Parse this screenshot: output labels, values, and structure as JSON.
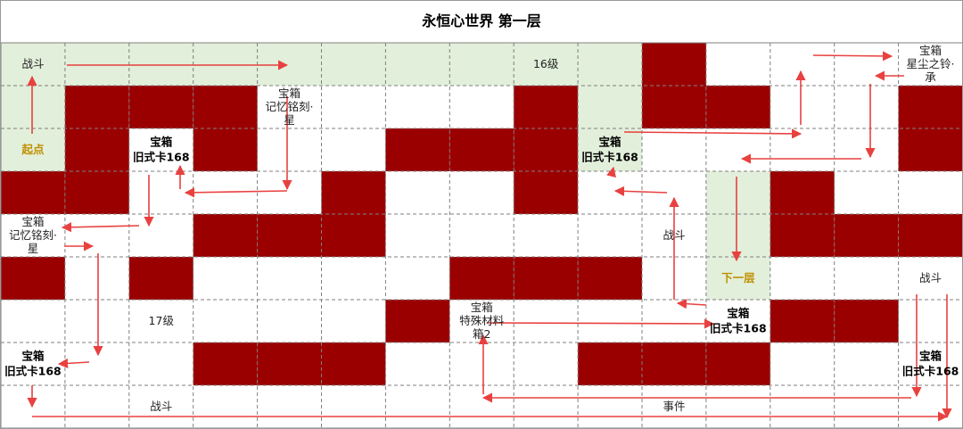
{
  "title": "永恒心世界   第一层",
  "colors": {
    "wall": "#9b0000",
    "path": "#e2efda",
    "grid_line": "#7f7f7f",
    "arrow": "#e8413f",
    "gold_label": "#bf8f00",
    "text": "#222222"
  },
  "grid": {
    "cols": 15,
    "rows": 9
  },
  "walls": [
    [
      10,
      0
    ],
    [
      1,
      1
    ],
    [
      2,
      1
    ],
    [
      3,
      1
    ],
    [
      8,
      1
    ],
    [
      10,
      1
    ],
    [
      11,
      1
    ],
    [
      14,
      1
    ],
    [
      1,
      2
    ],
    [
      3,
      2
    ],
    [
      6,
      2
    ],
    [
      7,
      2
    ],
    [
      8,
      2
    ],
    [
      14,
      2
    ],
    [
      0,
      3
    ],
    [
      1,
      3
    ],
    [
      5,
      3
    ],
    [
      8,
      3
    ],
    [
      12,
      3
    ],
    [
      3,
      4
    ],
    [
      4,
      4
    ],
    [
      5,
      4
    ],
    [
      12,
      4
    ],
    [
      13,
      4
    ],
    [
      14,
      4
    ],
    [
      0,
      5
    ],
    [
      2,
      5
    ],
    [
      7,
      5
    ],
    [
      8,
      5
    ],
    [
      9,
      5
    ],
    [
      6,
      6
    ],
    [
      12,
      6
    ],
    [
      13,
      6
    ],
    [
      3,
      7
    ],
    [
      4,
      7
    ],
    [
      5,
      7
    ],
    [
      9,
      7
    ],
    [
      10,
      7
    ],
    [
      11,
      7
    ]
  ],
  "highlights": [
    [
      0,
      0
    ],
    [
      1,
      0
    ],
    [
      2,
      0
    ],
    [
      3,
      0
    ],
    [
      4,
      0
    ],
    [
      5,
      0
    ],
    [
      6,
      0
    ],
    [
      7,
      0
    ],
    [
      8,
      0
    ],
    [
      9,
      0
    ],
    [
      0,
      1
    ],
    [
      0,
      2
    ],
    [
      9,
      1
    ],
    [
      9,
      2
    ],
    [
      11,
      3
    ],
    [
      11,
      4
    ],
    [
      11,
      5
    ]
  ],
  "labels": [
    {
      "col": 0,
      "row": 0,
      "lines": [
        "战斗"
      ],
      "style": "normal"
    },
    {
      "col": 8,
      "row": 0,
      "lines": [
        "16级"
      ],
      "style": "normal"
    },
    {
      "col": 14,
      "row": 0,
      "lines": [
        "宝箱",
        "星尘之铃·",
        "承"
      ],
      "style": "normal"
    },
    {
      "col": 4,
      "row": 1,
      "lines": [
        "宝箱",
        "记忆铭刻·",
        "星"
      ],
      "style": "normal"
    },
    {
      "col": 0,
      "row": 2,
      "lines": [
        "起点"
      ],
      "style": "gold"
    },
    {
      "col": 2,
      "row": 2,
      "lines": [
        "宝箱",
        "旧式卡168"
      ],
      "style": "bold"
    },
    {
      "col": 9,
      "row": 2,
      "lines": [
        "宝箱",
        "旧式卡168"
      ],
      "style": "bold"
    },
    {
      "col": 0,
      "row": 4,
      "lines": [
        "宝箱",
        "记忆铭刻·",
        "星"
      ],
      "style": "normal"
    },
    {
      "col": 10,
      "row": 4,
      "lines": [
        "战斗"
      ],
      "style": "normal"
    },
    {
      "col": 11,
      "row": 5,
      "lines": [
        "下一层"
      ],
      "style": "gold"
    },
    {
      "col": 14,
      "row": 5,
      "lines": [
        "战斗"
      ],
      "style": "normal"
    },
    {
      "col": 2,
      "row": 6,
      "lines": [
        "17级"
      ],
      "style": "normal"
    },
    {
      "col": 7,
      "row": 6,
      "lines": [
        "宝箱",
        "特殊材料",
        "箱2"
      ],
      "style": "normal"
    },
    {
      "col": 11,
      "row": 6,
      "lines": [
        "宝箱",
        "旧式卡168"
      ],
      "style": "bold"
    },
    {
      "col": 0,
      "row": 7,
      "lines": [
        "宝箱",
        "旧式卡168"
      ],
      "style": "bold"
    },
    {
      "col": 14,
      "row": 7,
      "lines": [
        "宝箱",
        "旧式卡168"
      ],
      "style": "bold"
    },
    {
      "col": 2,
      "row": 8,
      "lines": [
        "战斗"
      ],
      "style": "normal"
    },
    {
      "col": 10,
      "row": 8,
      "lines": [
        "事件"
      ],
      "style": "normal"
    }
  ]
}
